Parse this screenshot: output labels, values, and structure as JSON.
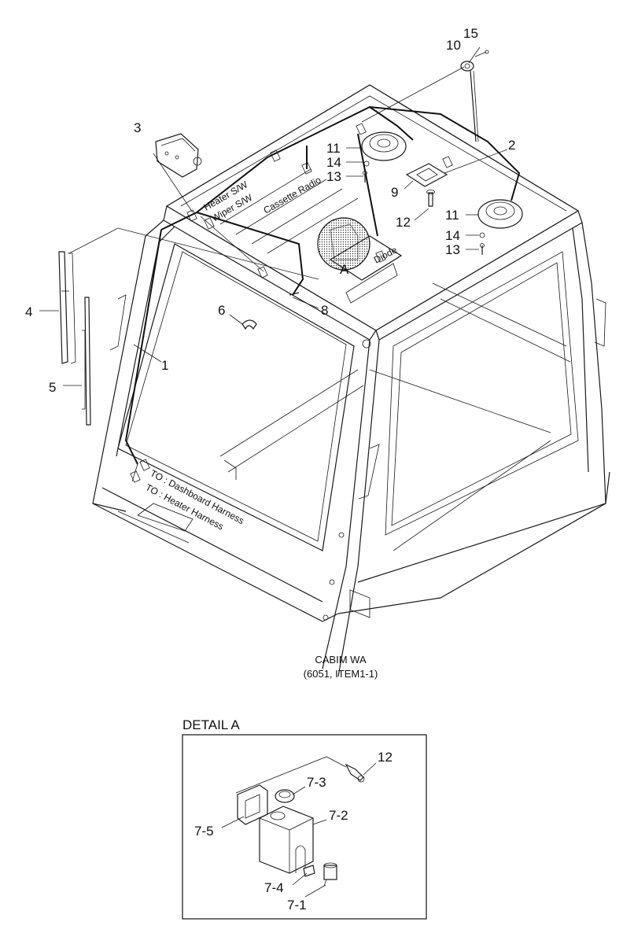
{
  "callouts": {
    "n1": "1",
    "n2": "2",
    "n3": "3",
    "n4": "4",
    "n5": "5",
    "n6": "6",
    "n8": "8",
    "n9": "9",
    "n10": "10",
    "n11a": "11",
    "n11b": "11",
    "n12": "12",
    "n13a": "13",
    "n13b": "13",
    "n14a": "14",
    "n14b": "14",
    "n15": "15",
    "detail_ref": "A"
  },
  "wire_labels": {
    "heater_sw": "Heater S/W",
    "wiper_sw": "Wiper S/W",
    "cassette_radio": "Cassette Radio",
    "diode": "Diode",
    "to_dashboard": "TO : Dashboard Harness",
    "to_heater": "TO : Heater Harness"
  },
  "cabin_ref": {
    "line1": "CABIM WA",
    "line2": "(6051, ITEM1-1)"
  },
  "detail": {
    "title": "DETAIL A",
    "n12": "12",
    "n7_1": "7-1",
    "n7_2": "7-2",
    "n7_3": "7-3",
    "n7_4": "7-4",
    "n7_5": "7-5"
  }
}
